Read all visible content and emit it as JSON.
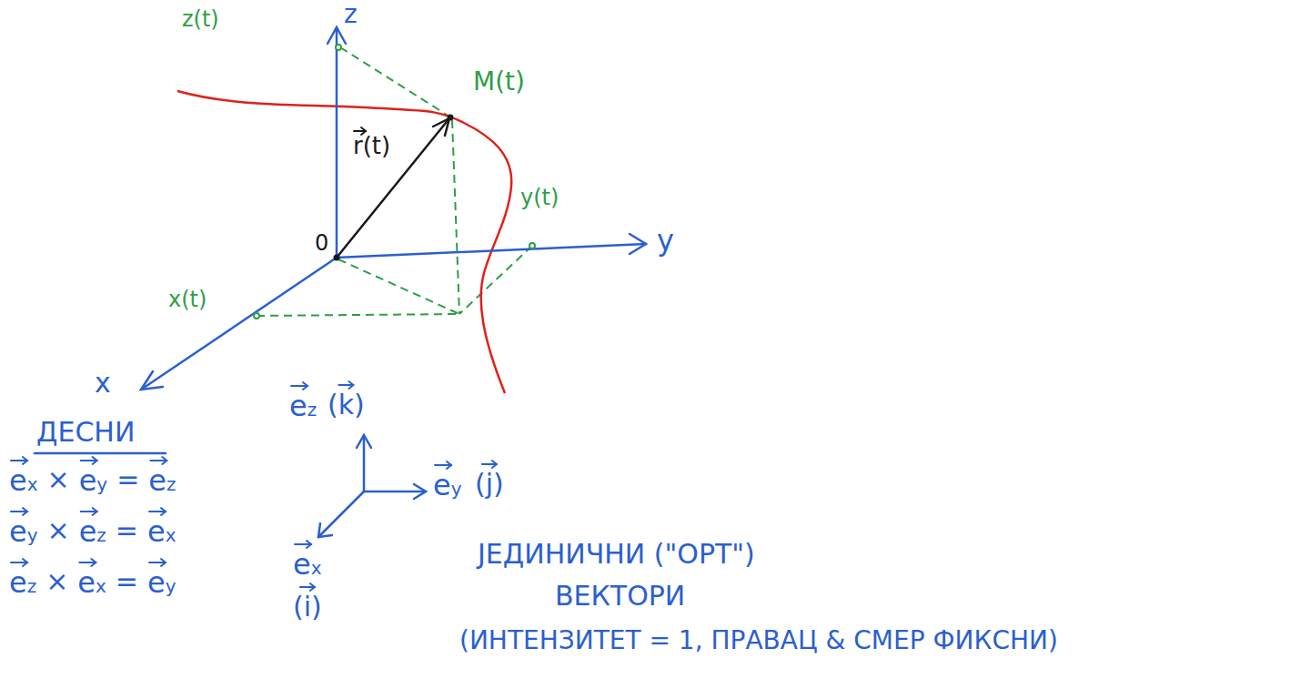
{
  "diagram": {
    "labels": [
      "z",
      "z(t)",
      "M(t)",
      "r(t)",
      "0",
      "y(t)",
      "y",
      "x(t)",
      "x",
      "ez",
      "(k)",
      "ey",
      "(j)",
      "ex",
      "(i)",
      "ДЕСНИ",
      "ex",
      "×",
      "ey",
      "=",
      "ez",
      "ey",
      "×",
      "ez",
      "=",
      "ex",
      "ez",
      "×",
      "ex",
      "=",
      "ey",
      "ЈЕДИНИЧНИ (\"ОРТ\")",
      "ВЕКТОРИ",
      "(ИНТЕНЗИТЕТ = 1, ПРАВАЦ & СМЕР ФИКСНИ)"
    ]
  }
}
